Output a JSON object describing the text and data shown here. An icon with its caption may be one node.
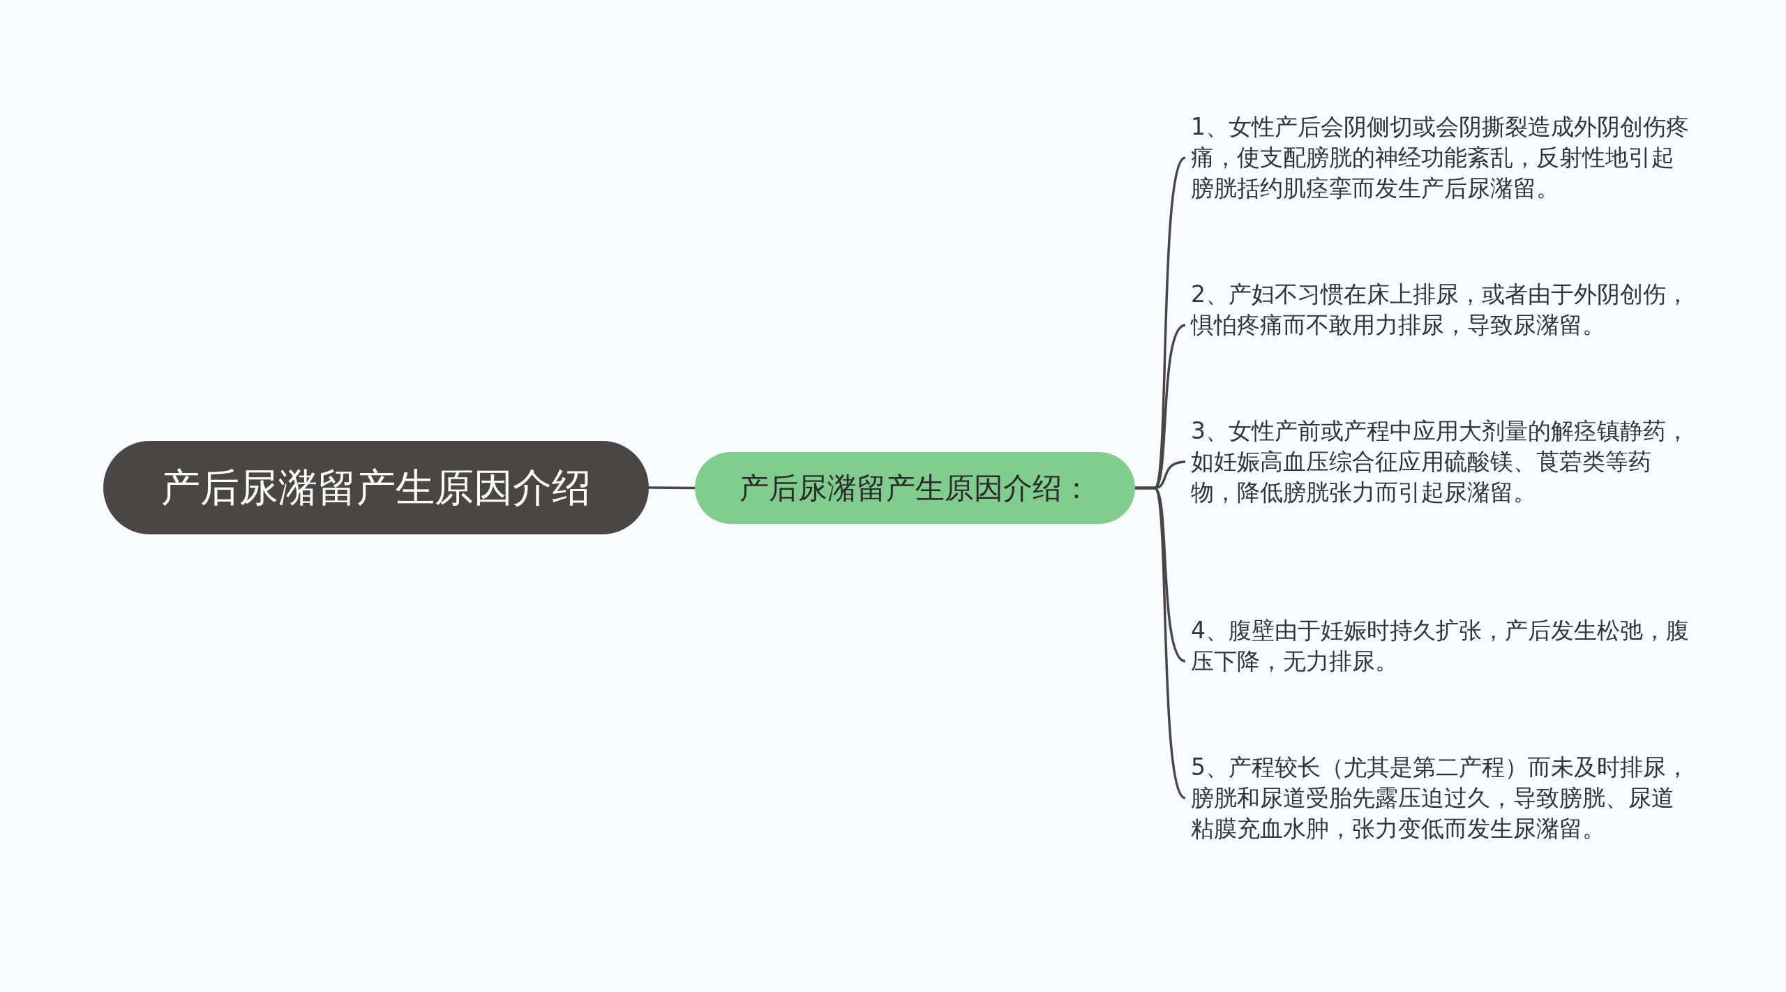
{
  "diagram": {
    "nodes": [
      {
        "text": [
          "产后尿潴留产生原因介绍"
        ]
      },
      {
        "text": [
          "产后尿潴留产生原因介绍："
        ]
      },
      {
        "text": [
          "1、女性产后会阴侧切或会阴撕裂造成外阴创伤疼痛，使支配膀胱的神经功能紊乱，反射性地引起膀胱括约肌痉挛而发生产后尿潴留。"
        ]
      },
      {
        "text": [
          "2、产妇不习惯在床上排尿，或者由于外阴创伤，惧怕疼痛而不敢用力排尿，导致尿潴留。"
        ]
      },
      {
        "text": [
          "3、女性产前或产程中应用大剂量的解痉镇静药，如妊娠高血压综合征应用硫酸镁、莨菪类等药物，降低膀胱张力而引起尿潴留。"
        ]
      },
      {
        "text": [
          "4、腹壁由于妊娠时持久扩张，产后发生松弛，腹压下降，无力排尿。"
        ]
      },
      {
        "text": [
          "5、产程较长（尤其是第二产程）而未及时排尿，膀胱和尿道受胎先露压迫过久，导致膀胱、尿道粘膜充血水肿，张力变低而发生尿潴留。"
        ]
      }
    ],
    "edges": [
      {
        "from": 0,
        "to": 1,
        "arrow": "none"
      },
      {
        "from": 1,
        "to": 2,
        "arrow": "none"
      },
      {
        "from": 1,
        "to": 3,
        "arrow": "none"
      },
      {
        "from": 1,
        "to": 4,
        "arrow": "none"
      },
      {
        "from": 1,
        "to": 5,
        "arrow": "none"
      },
      {
        "from": 1,
        "to": 6,
        "arrow": "none"
      }
    ]
  }
}
